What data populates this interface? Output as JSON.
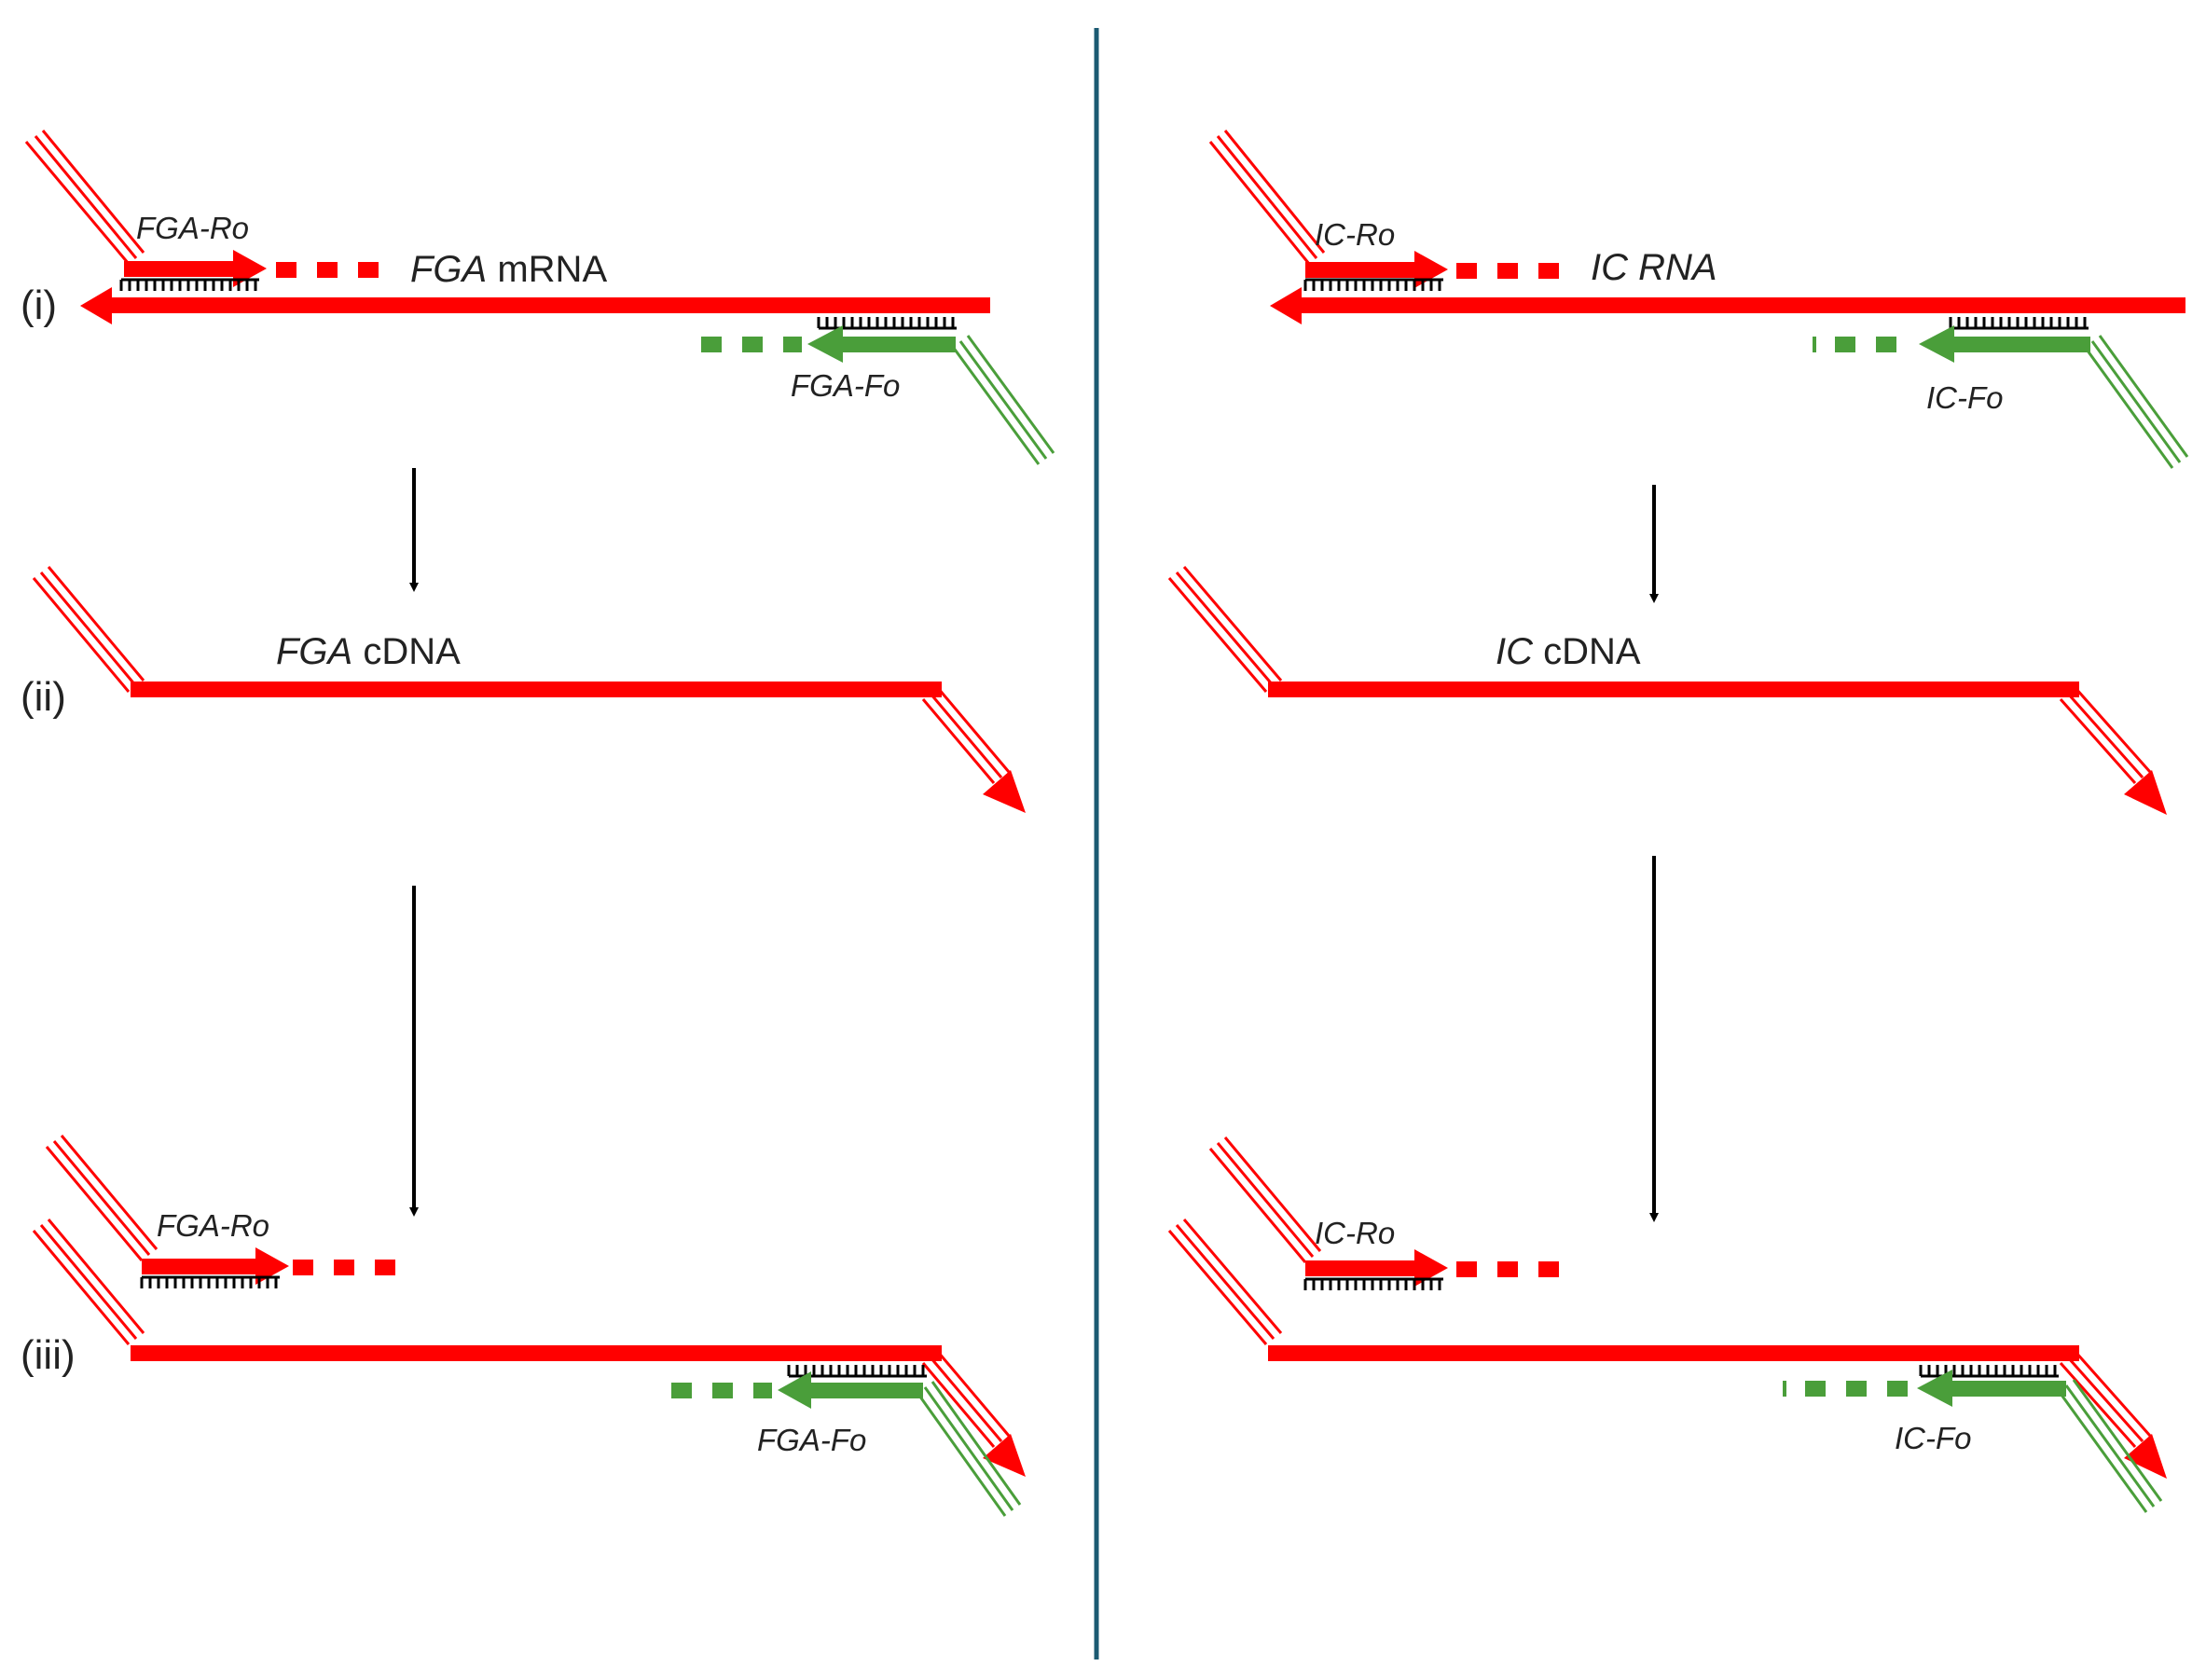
{
  "colors": {
    "primer_red": "#ff0000",
    "primer_green": "#4a9e3a",
    "divider": "#1b5a72",
    "arrow": "#000000",
    "text": "#222222"
  },
  "steps": {
    "step1": "(i)",
    "step2": "(ii)",
    "step3": "(iii)"
  },
  "left": {
    "ro": "FGA-Ro",
    "fo": "FGA-Fo",
    "rna_name": "FGA",
    "rna_suffix": " mRNA",
    "cdna_name": "FGA",
    "cdna_suffix": " cDNA"
  },
  "right": {
    "ro": "IC-Ro",
    "fo": "IC-Fo",
    "rna_name": "IC",
    "rna_suffix": " RNA",
    "cdna_name": "IC",
    "cdna_suffix": " cDNA"
  }
}
